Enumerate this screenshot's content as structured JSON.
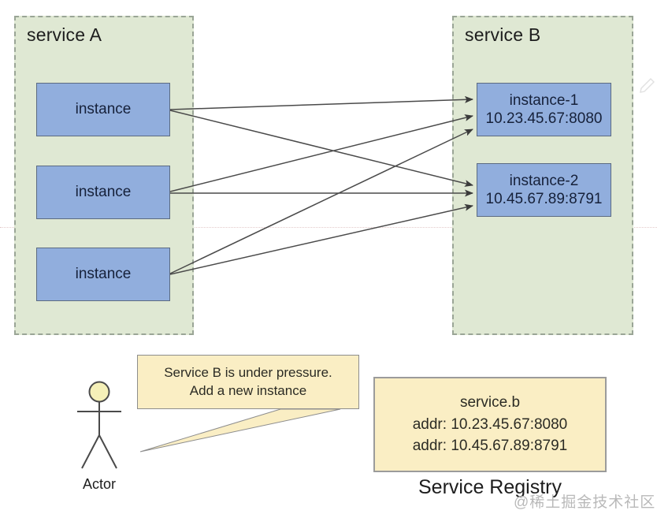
{
  "diagram": {
    "title_hidden": "",
    "services": [
      {
        "id": "service-a",
        "label": "service A",
        "nodes": [
          {
            "line1": "instance",
            "line2": ""
          },
          {
            "line1": "instance",
            "line2": ""
          },
          {
            "line1": "instance",
            "line2": ""
          }
        ]
      },
      {
        "id": "service-b",
        "label": "service B",
        "nodes": [
          {
            "line1": "instance-1",
            "line2": "10.23.45.67:8080"
          },
          {
            "line1": "instance-2",
            "line2": "10.45.67.89:8791"
          }
        ]
      }
    ],
    "connections": [
      {
        "from": "a-instance-1",
        "to": "b-instance-1"
      },
      {
        "from": "a-instance-1",
        "to": "b-instance-2"
      },
      {
        "from": "a-instance-2",
        "to": "b-instance-1"
      },
      {
        "from": "a-instance-2",
        "to": "b-instance-2"
      },
      {
        "from": "a-instance-3",
        "to": "b-instance-1"
      },
      {
        "from": "a-instance-3",
        "to": "b-instance-2"
      }
    ],
    "actor": {
      "label": "Actor"
    },
    "callout": {
      "line1": "Service B is under pressure.",
      "line2": "Add a new instance"
    },
    "registry": {
      "caption": "Service Registry",
      "service_name": "service.b",
      "entries": [
        "addr: 10.23.45.67:8080",
        "addr: 10.45.67.89:8791"
      ]
    },
    "watermark": "@稀土掘金技术社区",
    "colors": {
      "service_fill": "#dfe8d3",
      "service_border": "#9aa596",
      "node_fill": "#91aedd",
      "node_border": "#5c6b82",
      "callout_fill": "#faeec4",
      "callout_border": "#8d8d8d",
      "registry_fill": "#faeec4",
      "registry_border": "#9b9b9b",
      "arrow": "#3a3a3a",
      "actor_head_fill": "#f5f0b8",
      "guide_line": "#e8cfcf"
    }
  }
}
